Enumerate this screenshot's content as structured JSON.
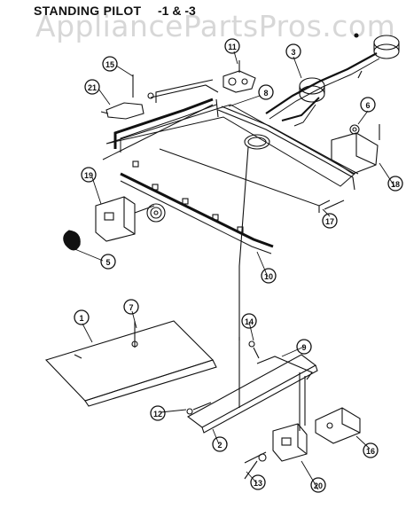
{
  "header": {
    "title": "STANDING PILOT",
    "variant": "-1 & -3",
    "watermark": "AppliancePartsPros.com"
  },
  "callouts": [
    {
      "id": "c15",
      "label": "15"
    },
    {
      "id": "c21",
      "label": "21"
    },
    {
      "id": "c11",
      "label": "11"
    },
    {
      "id": "c8",
      "label": "8"
    },
    {
      "id": "c3",
      "label": "3"
    },
    {
      "id": "c6",
      "label": "6"
    },
    {
      "id": "c18",
      "label": "18"
    },
    {
      "id": "c19",
      "label": "19"
    },
    {
      "id": "c17",
      "label": "17"
    },
    {
      "id": "c5",
      "label": "5"
    },
    {
      "id": "c10",
      "label": "10"
    },
    {
      "id": "c1",
      "label": "1"
    },
    {
      "id": "c7",
      "label": "7"
    },
    {
      "id": "c14",
      "label": "14"
    },
    {
      "id": "c9",
      "label": "9"
    },
    {
      "id": "c12",
      "label": "12"
    },
    {
      "id": "c2",
      "label": "2"
    },
    {
      "id": "c16",
      "label": "16"
    },
    {
      "id": "c13",
      "label": "13"
    },
    {
      "id": "c20",
      "label": "20"
    }
  ]
}
